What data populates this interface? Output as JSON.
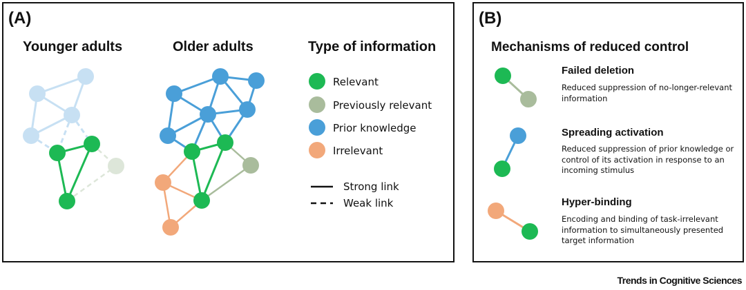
{
  "panel_a": {
    "label": "(A)",
    "younger_title": "Younger adults",
    "older_title": "Older adults",
    "type_title": "Type of information",
    "legend": [
      {
        "label": "Relevant",
        "color": "#1db954"
      },
      {
        "label": "Previously relevant",
        "color": "#a9bc9c"
      },
      {
        "label": "Prior knowledge",
        "color": "#4a9fd8"
      },
      {
        "label": "Irrelevant",
        "color": "#f2a87a"
      }
    ],
    "links": [
      {
        "label": "Strong link",
        "style": "solid"
      },
      {
        "label": "Weak link",
        "style": "dashed"
      }
    ]
  },
  "panel_b": {
    "label": "(B)",
    "title": "Mechanisms of reduced control",
    "mechanisms": [
      {
        "title": "Failed deletion",
        "description": "Reduced suppression of no-longer-relevant information"
      },
      {
        "title": "Spreading activation",
        "description": "Reduced suppression of prior knowledge or control of its activation in response to an incoming stimulus"
      },
      {
        "title": "Hyper-binding",
        "description": "Encoding and binding of task-irrelevant information to simultaneously presented target information"
      }
    ]
  },
  "credit": "Trends in Cognitive Sciences",
  "colors": {
    "relevant": "#1db954",
    "previously_relevant": "#a9bc9c",
    "prior_knowledge": "#4a9fd8",
    "irrelevant": "#f2a87a",
    "faded_prior": "#c7e0f3",
    "faded_prev": "#dde6d9"
  }
}
